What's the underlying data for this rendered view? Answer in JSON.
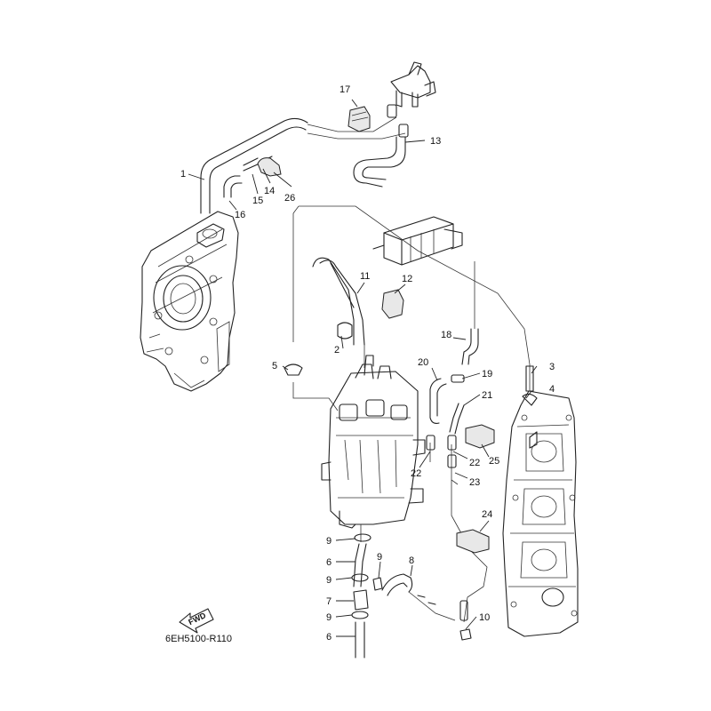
{
  "drawing_code": "6EH5100-R110",
  "fwd_label": "FWD",
  "callouts": [
    {
      "n": "1"
    },
    {
      "n": "2"
    },
    {
      "n": "3"
    },
    {
      "n": "4"
    },
    {
      "n": "5"
    },
    {
      "n": "6"
    },
    {
      "n": "6"
    },
    {
      "n": "7"
    },
    {
      "n": "8"
    },
    {
      "n": "9"
    },
    {
      "n": "9"
    },
    {
      "n": "9"
    },
    {
      "n": "9"
    },
    {
      "n": "10"
    },
    {
      "n": "11"
    },
    {
      "n": "12"
    },
    {
      "n": "13"
    },
    {
      "n": "14"
    },
    {
      "n": "15"
    },
    {
      "n": "16"
    },
    {
      "n": "17"
    },
    {
      "n": "18"
    },
    {
      "n": "19"
    },
    {
      "n": "20"
    },
    {
      "n": "21"
    },
    {
      "n": "22"
    },
    {
      "n": "22"
    },
    {
      "n": "23"
    },
    {
      "n": "24"
    },
    {
      "n": "25"
    },
    {
      "n": "26"
    }
  ]
}
